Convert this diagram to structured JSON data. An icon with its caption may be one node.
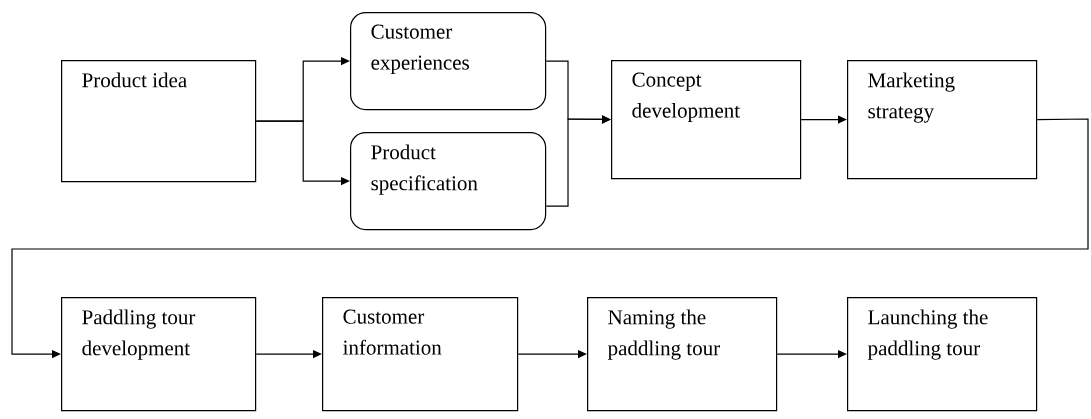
{
  "diagram": {
    "nodes": [
      {
        "text": [
          "Product idea"
        ]
      },
      {
        "text": [
          "Customer experiences"
        ]
      },
      {
        "text": [
          "Product specification"
        ]
      },
      {
        "text": [
          "Concept development"
        ]
      },
      {
        "text": [
          "Marketing strategy"
        ]
      },
      {
        "text": [
          "Paddling tour development"
        ]
      },
      {
        "text": [
          "Customer information"
        ]
      },
      {
        "text": [
          "Naming the paddling tour"
        ]
      },
      {
        "text": [
          "Launching the paddling tour"
        ]
      }
    ],
    "edges": [
      {
        "from": 0,
        "to": 1,
        "arrow": "to"
      },
      {
        "from": 0,
        "to": 2,
        "arrow": "to"
      },
      {
        "from": 1,
        "to": 3,
        "arrow": "to"
      },
      {
        "from": 2,
        "to": 3,
        "arrow": "to"
      },
      {
        "from": 3,
        "to": 4,
        "arrow": "to"
      },
      {
        "from": 4,
        "to": 5,
        "arrow": "to"
      },
      {
        "from": 5,
        "to": 6,
        "arrow": "to"
      },
      {
        "from": 6,
        "to": 7,
        "arrow": "to"
      },
      {
        "from": 7,
        "to": 8,
        "arrow": "to"
      }
    ]
  }
}
